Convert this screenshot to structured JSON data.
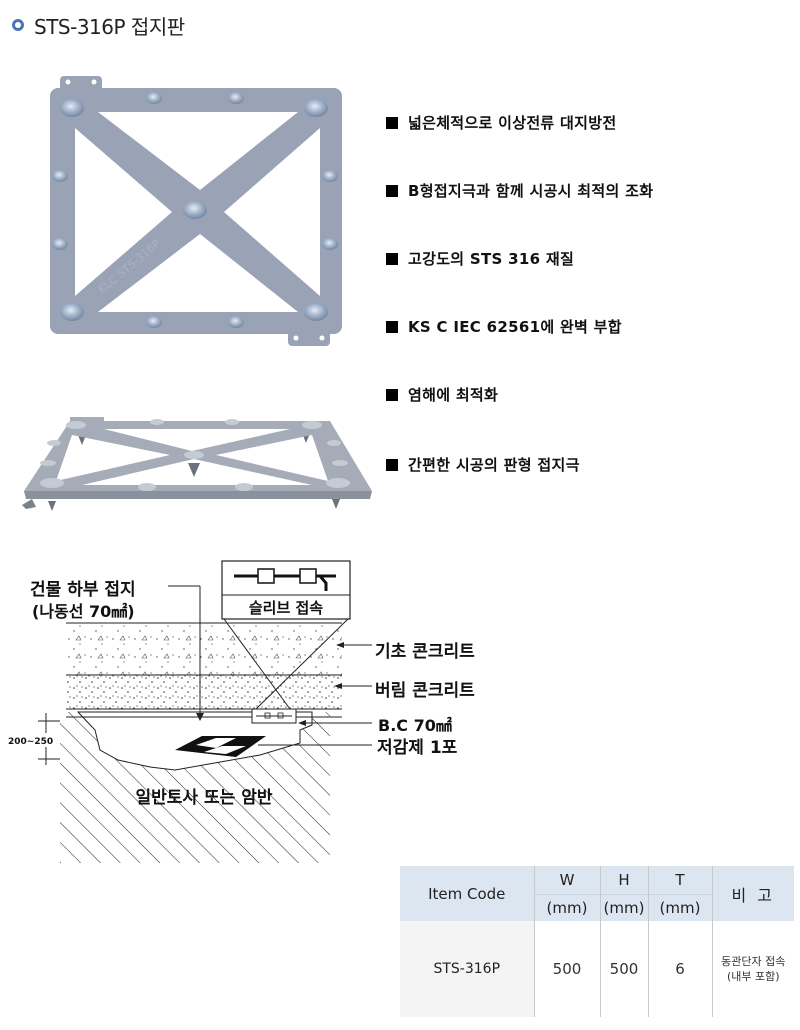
{
  "page": {
    "title": "STS-316P 접지판",
    "title_bullet_color": "#4a78b5"
  },
  "product_images": {
    "top_view_label": "KLC STS-316P",
    "plate_color": "#9aa3b5"
  },
  "features": [
    {
      "text": "넓은체적으로 이상전류 대지방전"
    },
    {
      "text": "B형접지극과 함께 시공시 최적의 조화"
    },
    {
      "text": "고강도의  STS 316 재질"
    },
    {
      "text": "KS C IEC 62561에 완벽 부합"
    },
    {
      "text": "염해에 최적화"
    },
    {
      "text": "간편한 시공의 판형 접지극"
    }
  ],
  "diagram": {
    "building_ground_line1": "건물 하부 접지",
    "building_ground_line2": "(나동선 70㎟)",
    "sleeve_label": "슬리브 접속",
    "foundation_concrete": "기초 콘크리트",
    "lean_concrete": "버림 콘크리트",
    "bc_label": "B.C 70㎟",
    "reducer_label": "저감제 1포",
    "soil_label": "일반토사 또는 암반",
    "depth_label": "200~250"
  },
  "spec_table": {
    "headers": {
      "item_code": "Item Code",
      "w": "W",
      "h": "H",
      "t": "T",
      "unit_w": "(mm)",
      "unit_h": "(mm)",
      "unit_t": "(mm)",
      "note": "비 고"
    },
    "rows": [
      {
        "item_code": "STS-316P",
        "w": "500",
        "h": "500",
        "t": "6",
        "note_line1": "동관단자 접속",
        "note_line2": "(내부 포함)"
      }
    ],
    "header_bg": "#dce6f1"
  }
}
